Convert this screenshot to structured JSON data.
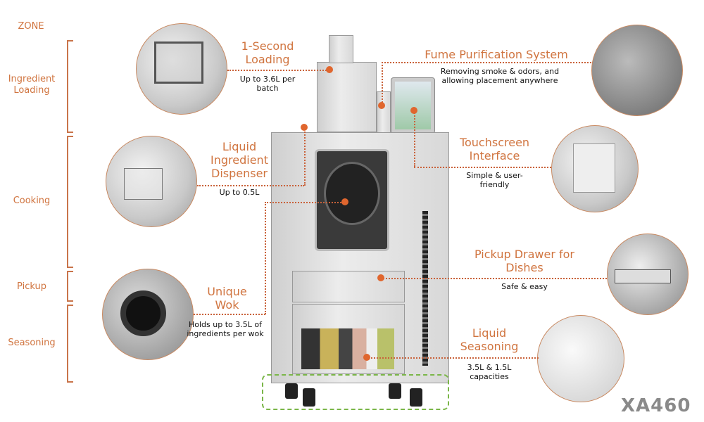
{
  "zones": {
    "header": "ZONE",
    "items": [
      "Ingredient Loading",
      "Cooking",
      "Pickup",
      "Seasoning"
    ]
  },
  "features": {
    "loading": {
      "title": "1-Second Loading",
      "desc": "Up to 3.6L per batch"
    },
    "dispenser": {
      "title": "Liquid Ingredient Dispenser",
      "desc": "Up to 0.5L"
    },
    "wok": {
      "title": "Unique Wok",
      "desc": "Holds up to 3.5L of ingredients per wok"
    },
    "fume": {
      "title": "Fume Purification System",
      "desc": "Removing smoke & odors, and allowing placement anywhere"
    },
    "touch": {
      "title": "Touchscreen Interface",
      "desc": "Simple & user-friendly"
    },
    "drawer": {
      "title": "Pickup Drawer for Dishes",
      "desc": "Safe & easy"
    },
    "seasoning": {
      "title": "Liquid Seasoning",
      "desc": "3.5L & 1.5L capacities"
    }
  },
  "model": "XA460",
  "colors": {
    "accent": "#d0743f",
    "highlight": "#7ab648"
  }
}
